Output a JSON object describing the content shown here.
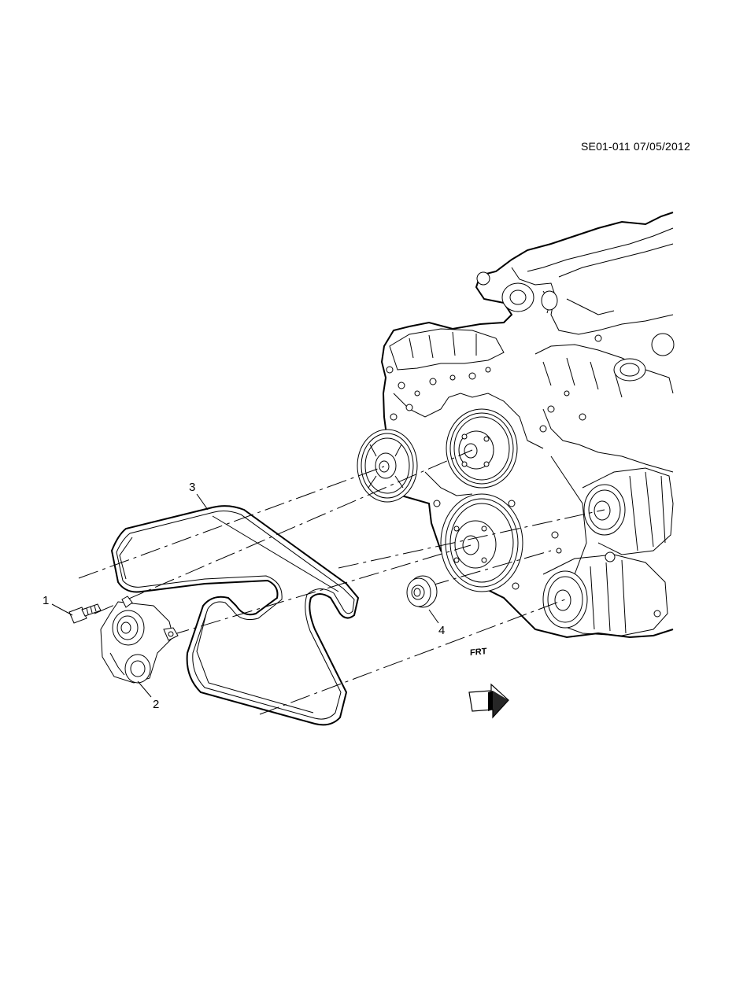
{
  "header": {
    "reference": "SE01-011 07/05/2012"
  },
  "callouts": [
    {
      "id": "1",
      "label": "1"
    },
    {
      "id": "2",
      "label": "2"
    },
    {
      "id": "3",
      "label": "3"
    },
    {
      "id": "4",
      "label": "4"
    }
  ],
  "front_indicator": {
    "label": "FRT",
    "icon": "front-arrow-icon"
  },
  "colors": {
    "line": "#000000",
    "background": "#ffffff"
  }
}
